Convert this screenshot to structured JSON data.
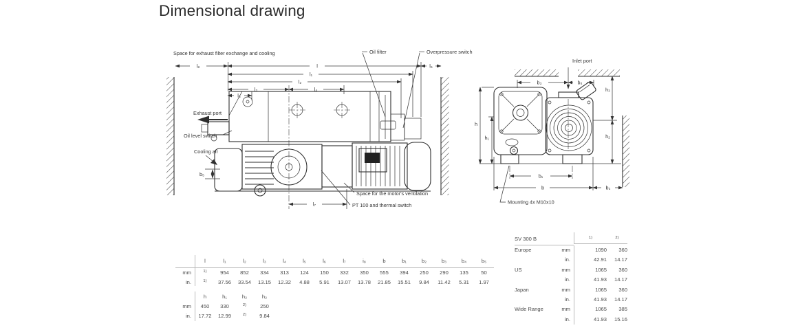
{
  "title": "Dimensional drawing",
  "drawing": {
    "annotations": {
      "space_exhaust": "Space for exhaust filter exchange and cooling",
      "oil_filter": "Oil filter",
      "overpressure_switch": "Overpressure switch",
      "exhaust_port": "Exhaust port",
      "oil_level_switch": "Oil level switch",
      "cooling_air": "Cooling air",
      "space_motor_vent": "Space for the motor's ventilation",
      "pt100": "PT 100 and thermal switch",
      "inlet_port": "Inlet port",
      "mounting": "Mounting 4x M10x10"
    },
    "dims": {
      "l": "l",
      "l1": "l₁",
      "l2": "l₂",
      "l3": "l₃",
      "l4": "l₄",
      "l5": "l₅",
      "l6": "l₆",
      "l7": "l₇",
      "l8": "l₈",
      "b": "b",
      "b1": "b₁",
      "b2": "b₂",
      "b3": "b₃",
      "b4": "b₄",
      "b5": "b₅",
      "h": "h",
      "h1": "h₁",
      "h2": "h₂",
      "h3": "h₃"
    }
  },
  "dim_table": {
    "col_headers": [
      "l",
      "l₁",
      "l₂",
      "l₃",
      "l₄",
      "l₅",
      "l₆",
      "l₇",
      "i₈",
      "b",
      "b₁",
      "b₂",
      "b₃",
      "b₄",
      "b₅"
    ],
    "rows": [
      {
        "unit": "mm",
        "values": [
          "1)",
          "954",
          "852",
          "334",
          "313",
          "124",
          "150",
          "332",
          "350",
          "555",
          "394",
          "250",
          "290",
          "135",
          "50"
        ]
      },
      {
        "unit": "in.",
        "values": [
          "1)",
          "37.56",
          "33.54",
          "13.15",
          "12.32",
          "4.88",
          "5.91",
          "13.07",
          "13.78",
          "21.85",
          "15.51",
          "9.84",
          "11.42",
          "5.31",
          "1.97"
        ]
      }
    ],
    "h_headers": [
      "h",
      "h₁",
      "h₂",
      "h₂"
    ],
    "h_rows": [
      {
        "unit": "mm",
        "values": [
          "450",
          "330",
          "2)",
          "250"
        ]
      },
      {
        "unit": "in.",
        "values": [
          "17.72",
          "12.99",
          "2)",
          "9.84"
        ]
      }
    ]
  },
  "variant_table": {
    "title": "SV 300 B",
    "col_headers": [
      "1)",
      "2)"
    ],
    "rows": [
      {
        "region": "Europe",
        "unit": "mm",
        "v1": "1090",
        "v2": "360"
      },
      {
        "region": "",
        "unit": "in.",
        "v1": "42.91",
        "v2": "14.17"
      },
      {
        "region": "US",
        "unit": "mm",
        "v1": "1065",
        "v2": "360"
      },
      {
        "region": "",
        "unit": "in.",
        "v1": "41.93",
        "v2": "14.17"
      },
      {
        "region": "Japan",
        "unit": "mm",
        "v1": "1065",
        "v2": "360"
      },
      {
        "region": "",
        "unit": "in.",
        "v1": "41.93",
        "v2": "14.17"
      },
      {
        "region": "Wide Range",
        "unit": "mm",
        "v1": "1065",
        "v2": "385"
      },
      {
        "region": "",
        "unit": "in.",
        "v1": "41.93",
        "v2": "15.16"
      }
    ]
  }
}
